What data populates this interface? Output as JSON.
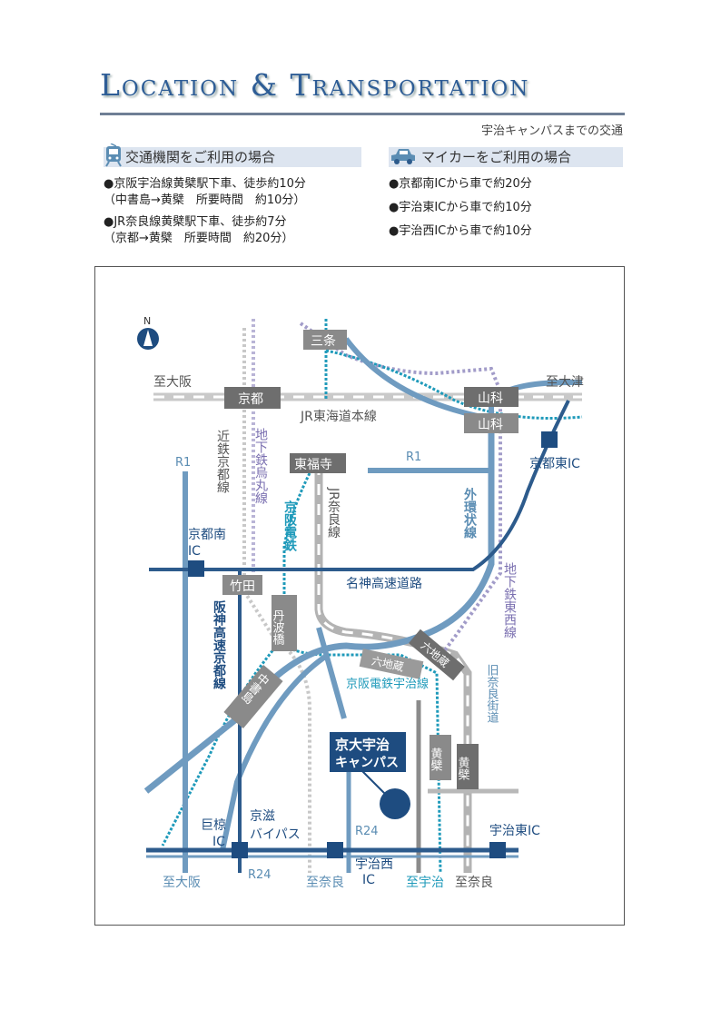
{
  "header": {
    "title": "Location & Transportation",
    "subtitle": "宇治キャンパスまでの交通"
  },
  "public_transport": {
    "heading": "交通機関をご利用の場合",
    "icon": "train-icon",
    "items": [
      {
        "line1": "●京阪宇治線黄檗駅下車、徒歩約10分",
        "line2": "（中書島→黄檗　所要時間　約10分）"
      },
      {
        "line1": "●JR奈良線黄檗駅下車、徒歩約7分",
        "line2": "（京都→黄檗　所要時間　約20分）"
      }
    ]
  },
  "car": {
    "heading": "マイカーをご利用の場合",
    "icon": "car-icon",
    "items": [
      "●京都南ICから車で約20分",
      "●宇治東ICから車で約10分",
      "●宇治西ICから車で約10分"
    ]
  },
  "map": {
    "north": "N",
    "labels": {
      "to_osaka_top": "至大阪",
      "to_otsu": "至大津",
      "sanjo": "三条",
      "kyoto": "京都",
      "yamashina_1": "山科",
      "yamashina_2": "山科",
      "jr_tokaido": "JR東海道本線",
      "kintetsu": "近鉄京都線",
      "karasuma": "地下鉄烏丸線",
      "tofukuji": "東福寺",
      "jr_nara_line": "JR奈良線",
      "keihan_line": "京阪電鉄",
      "r1_left": "R1",
      "r1_right": "R1",
      "kyoto_higashi_ic": "京都東IC",
      "gaikan": "外環状線",
      "kyoto_minami_ic_1": "京都南",
      "kyoto_minami_ic_2": "IC",
      "meishin": "名神高速道路",
      "tozai": "地下鉄東西線",
      "takeda": "竹田",
      "tambabashi": "丹波橋",
      "hanshin": "阪神高速京都線",
      "rokujizo_1": "六地蔵",
      "rokujizo_2": "六地蔵",
      "old_nara": "旧奈良街道",
      "chushojima": "中書島",
      "keihan_uji": "京阪電鉄宇治線",
      "campus_1": "京大宇治",
      "campus_2": "キャンパス",
      "obaku_1": "黄檗",
      "obaku_2": "黄檗",
      "ogura_ic_1": "巨椋",
      "ogura_ic_2": "IC",
      "keiji_bypass_1": "京滋",
      "keiji_bypass_2": "バイパス",
      "r24_mid": "R24",
      "r24_bottom": "R24",
      "uji_higashi_ic": "宇治東IC",
      "uji_nishi_ic_1": "宇治西",
      "uji_nishi_ic_2": "IC",
      "to_osaka_bottom": "至大阪",
      "to_nara_1": "至奈良",
      "to_uji": "至宇治",
      "to_nara_2": "至奈良"
    },
    "colors": {
      "jr": "#b3b3b3",
      "station": "#7a7a7a",
      "road": "#5b8db3",
      "expressway": "#2d5b8c",
      "keihan": "#1f9aba",
      "subway": "#9e98c0",
      "campus": "#1e4c80"
    }
  }
}
